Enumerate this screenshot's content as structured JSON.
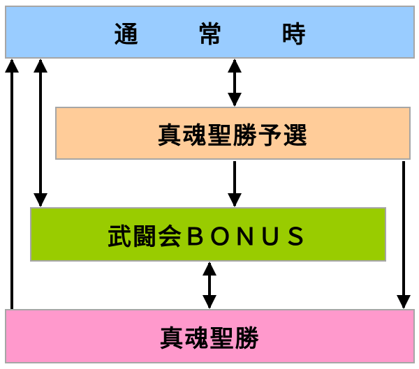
{
  "boxes": {
    "normal": {
      "label": "通　常　時",
      "fill": "#99ccff"
    },
    "prelim": {
      "label": "真魂聖勝予選",
      "fill": "#ffcc99"
    },
    "bonus": {
      "label": "武闘会ＢＯＮＵＳ",
      "fill": "#99cc00"
    },
    "final": {
      "label": "真魂聖勝",
      "fill": "#ff99cc"
    }
  },
  "connectors": [
    {
      "from": "final",
      "to": "normal",
      "direction": "one-way"
    },
    {
      "from": "normal",
      "to": "bonus",
      "direction": "two-way"
    },
    {
      "from": "normal",
      "to": "prelim",
      "direction": "two-way"
    },
    {
      "from": "prelim",
      "to": "bonus",
      "direction": "one-way"
    },
    {
      "from": "prelim",
      "to": "final",
      "direction": "one-way"
    },
    {
      "from": "bonus",
      "to": "final",
      "direction": "two-way"
    }
  ]
}
